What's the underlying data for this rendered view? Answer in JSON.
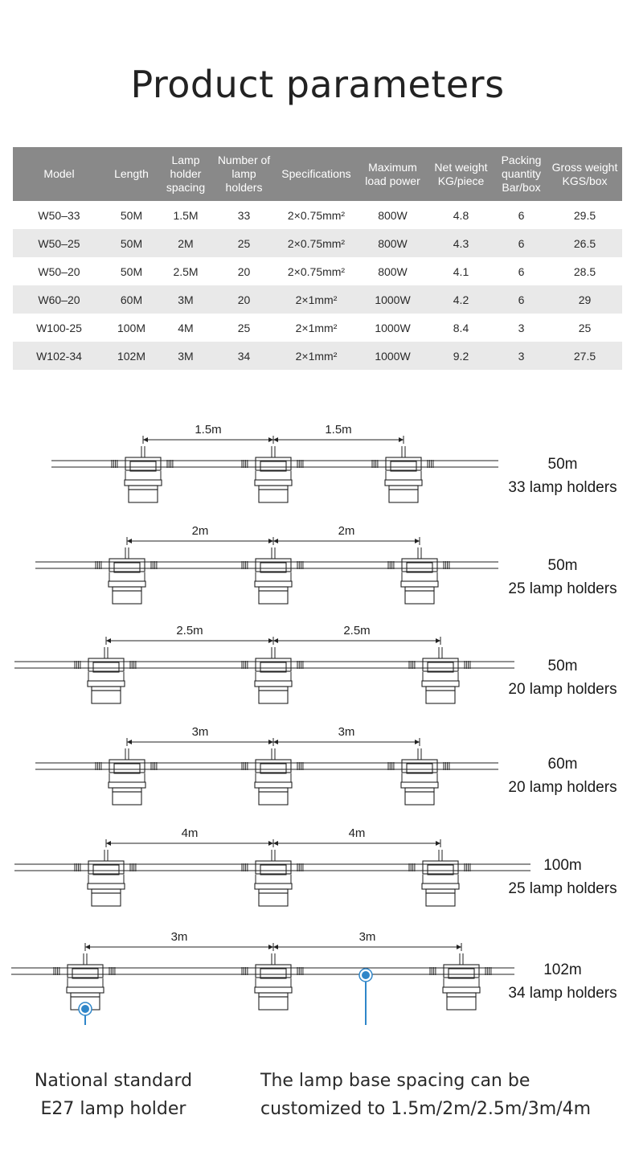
{
  "title": "Product parameters",
  "table": {
    "headers": [
      "Model",
      "Length",
      "Lamp holder spacing",
      "Number of lamp holders",
      "Specifications",
      "Maximum load power",
      "Net weight KG/piece",
      "Packing quantity Bar/box",
      "Gross weight KGS/box"
    ],
    "rows": [
      [
        "W50–33",
        "50M",
        "1.5M",
        "33",
        "2×0.75mm²",
        "800W",
        "4.8",
        "6",
        "29.5"
      ],
      [
        "W50–25",
        "50M",
        "2M",
        "25",
        "2×0.75mm²",
        "800W",
        "4.3",
        "6",
        "26.5"
      ],
      [
        "W50–20",
        "50M",
        "2.5M",
        "20",
        "2×0.75mm²",
        "800W",
        "4.1",
        "6",
        "28.5"
      ],
      [
        "W60–20",
        "60M",
        "3M",
        "20",
        "2×1mm²",
        "1000W",
        "4.2",
        "6",
        "29"
      ],
      [
        "W100-25",
        "100M",
        "4M",
        "25",
        "2×1mm²",
        "1000W",
        "8.4",
        "3",
        "25"
      ],
      [
        "W102-34",
        "102M",
        "3M",
        "34",
        "2×1mm²",
        "1000W",
        "9.2",
        "3",
        "27.5"
      ]
    ]
  },
  "diagrams": [
    {
      "spacing_label": "1.5m",
      "length": "50m",
      "holders": "33 lamp holders"
    },
    {
      "spacing_label": "2m",
      "length": "50m",
      "holders": "25 lamp holders"
    },
    {
      "spacing_label": "2.5m",
      "length": "50m",
      "holders": "20 lamp holders"
    },
    {
      "spacing_label": "3m",
      "length": "60m",
      "holders": "20 lamp holders"
    },
    {
      "spacing_label": "4m",
      "length": "100m",
      "holders": "25 lamp holders"
    },
    {
      "spacing_label": "3m",
      "length": "102m",
      "holders": "34 lamp holders"
    }
  ],
  "callouts": {
    "holder_line1": "National standard",
    "holder_line2": "E27 lamp holder",
    "spacing_line1": "The lamp base spacing can be",
    "spacing_line2": "customized to 1.5m/2m/2.5m/3m/4m",
    "accent_color": "#2f86c9"
  }
}
